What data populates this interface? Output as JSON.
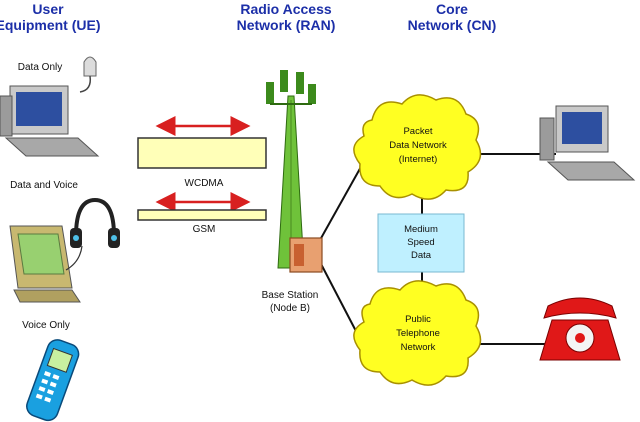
{
  "headers": {
    "ue": [
      "User",
      "Equipment (UE)"
    ],
    "ran": [
      "Radio Access",
      "Network (RAN)"
    ],
    "cn": [
      "Core",
      "Network (CN)"
    ]
  },
  "devices": {
    "data_only": "Data Only",
    "data_and_voice": "Data and Voice",
    "voice_only": "Voice Only"
  },
  "links": {
    "wcdma": "WCDMA",
    "gsm": "GSM"
  },
  "base_station": [
    "Base Station",
    "(Node B)"
  ],
  "clouds": {
    "packet": [
      "Packet",
      "Data Network",
      "(Internet)"
    ],
    "telephone": [
      "Public",
      "Telephone",
      "Network"
    ]
  },
  "medium_speed": [
    "Medium",
    "Speed",
    "Data"
  ],
  "colors": {
    "header": "#1c2fa8",
    "cloud": "#ffff22",
    "arrow": "#d82020",
    "link_box": "#ffffb8",
    "tower": "#6fc23a",
    "medium_box": "#bff0ff",
    "phone_red": "#e01818"
  }
}
